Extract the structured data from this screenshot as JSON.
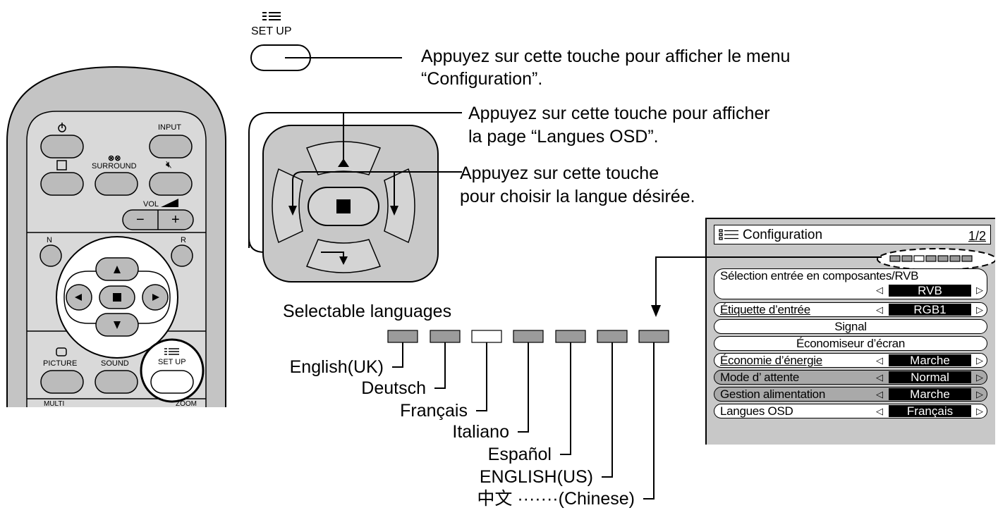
{
  "remote": {
    "button_labels": {
      "input": "INPUT",
      "surround": "SURROUND",
      "vol": "VOL",
      "vol_minus": "−",
      "vol_plus": "+",
      "n": "N",
      "r": "R",
      "picture": "PICTURE",
      "sound": "SOUND",
      "setup": "SET UP",
      "multi": "MULTI",
      "zoom": "ZOOM"
    }
  },
  "setup_button": {
    "label": "SET UP"
  },
  "callouts": {
    "setup": [
      "Appuyez sur cette touche pour afficher le menu",
      "“Configuration”."
    ],
    "up": [
      "Appuyez sur cette touche pour afficher",
      "la page “Langues OSD”."
    ],
    "lr": [
      "Appuyez sur cette touche",
      "pour choisir la langue désirée."
    ]
  },
  "languages": {
    "heading": "Selectable languages",
    "items": [
      "English(UK)",
      "Deutsch",
      "Français",
      "Italiano",
      "Español",
      "ENGLISH(US)",
      "中文 ·······(Chinese)"
    ],
    "selected_index": 2
  },
  "osd_menu": {
    "title": "Configuration",
    "page": "1/2",
    "rows": [
      {
        "label": "Sélection entrée en composantes/RVB",
        "value": "RVB"
      },
      {
        "label": "Étiquette d’entrée",
        "value": "RGB1"
      },
      {
        "label": "Signal"
      },
      {
        "label": "Économiseur d’écran"
      },
      {
        "label": "Économie  d’énergie",
        "value": "Marche"
      },
      {
        "label": "Mode d’ attente",
        "value": "Normal"
      },
      {
        "label": "Gestion alimentation",
        "value": "Marche"
      },
      {
        "label": "Langues OSD",
        "value": "Français"
      }
    ]
  }
}
